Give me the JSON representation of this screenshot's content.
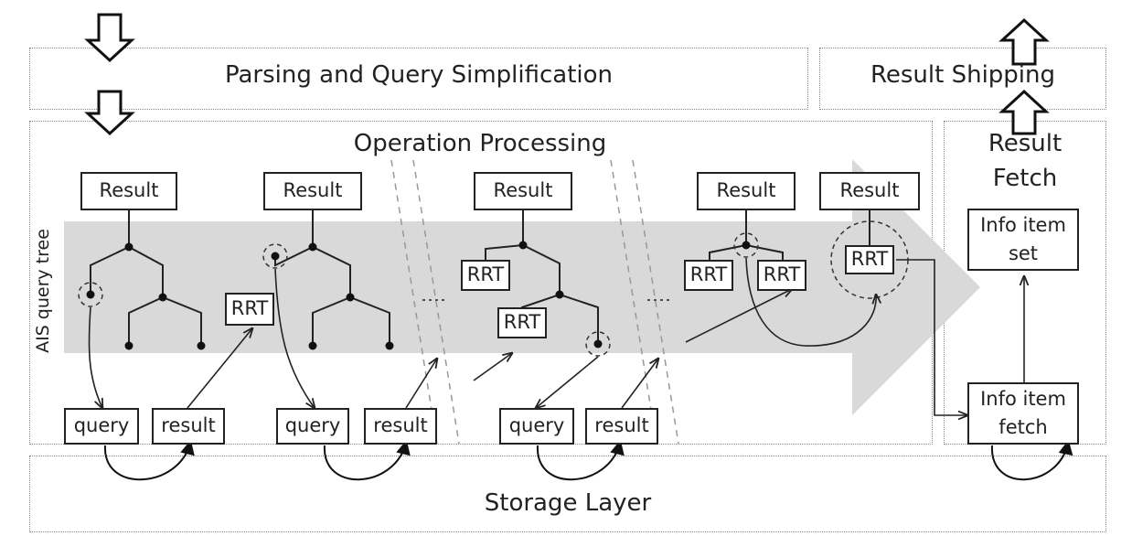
{
  "layers": {
    "parsing": "Parsing and Query Simplification",
    "shipping": "Result Shipping",
    "operation": "Operation Processing",
    "fetch_line1": "Result",
    "fetch_line2": "Fetch",
    "storage": "Storage Layer"
  },
  "side_label": "AIS query tree",
  "result_label": "Result",
  "rrt_label": "RRT",
  "query_label": "query",
  "storage_result_label": "result",
  "info_set_line1": "Info item",
  "info_set_line2": "set",
  "info_fetch_line1": "Info item",
  "info_fetch_line2": "fetch",
  "colors": {
    "band": "#d9d9d9",
    "stroke": "#222222",
    "border": "#888888"
  }
}
